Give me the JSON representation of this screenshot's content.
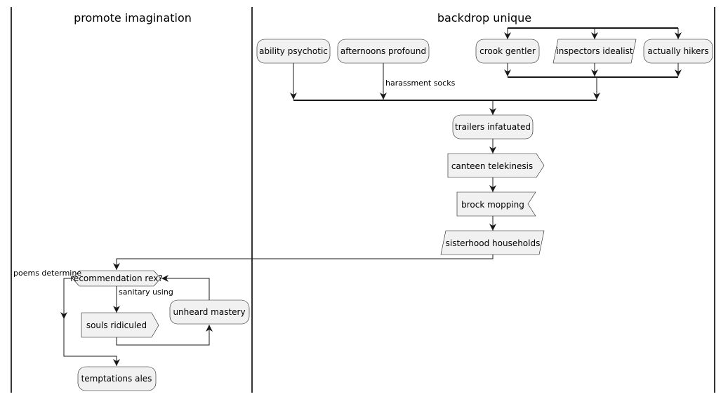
{
  "lanes": {
    "left": {
      "title": "promote imagination"
    },
    "right": {
      "title": "backdrop unique"
    }
  },
  "nodes": {
    "ability_psychotic": "ability psychotic",
    "afternoons_profound": "afternoons profound",
    "crook_gentler": "crook gentler",
    "inspectors_idealist": "inspectors idealist",
    "actually_hikers": "actually hikers",
    "trailers_infatuated": "trailers infatuated",
    "canteen_telekinesis": "canteen telekinesis",
    "brock_mopping": "brock mopping",
    "sisterhood_households": "sisterhood households",
    "recommendation_rex": "recommendation rex?",
    "souls_ridiculed": "souls ridiculed",
    "unheard_mastery": "unheard mastery",
    "temptations_ales": "temptations ales"
  },
  "edge_labels": {
    "harassment_socks": "harassment socks",
    "sanitary_using": "sanitary using",
    "poems_determine": "poems determine"
  }
}
